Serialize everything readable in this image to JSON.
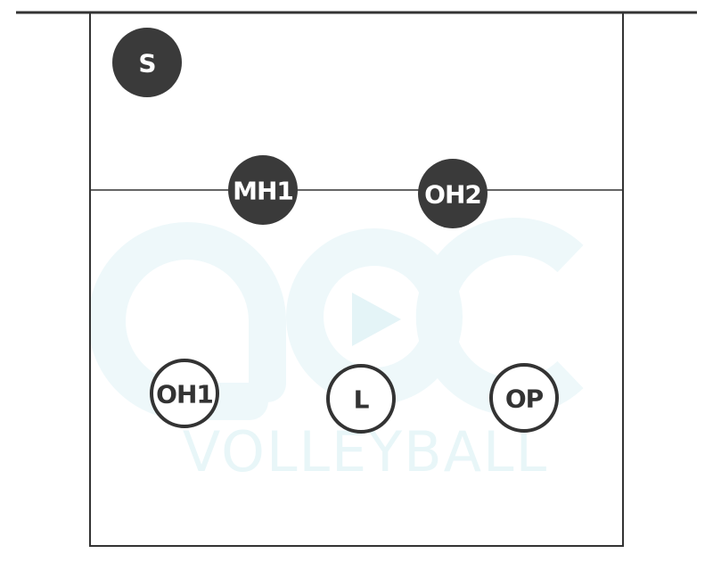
{
  "watermark": {
    "text": "VOLLEYBALL",
    "color": "#e8f6f8"
  },
  "colors": {
    "line": "#333333",
    "filled_player": "#3a3a3a",
    "filled_text": "#ffffff",
    "outline_player": "#333333"
  },
  "players": {
    "s": "S",
    "mh1": "MH1",
    "oh2": "OH2",
    "oh1": "OH1",
    "l": "L",
    "op": "OP"
  }
}
